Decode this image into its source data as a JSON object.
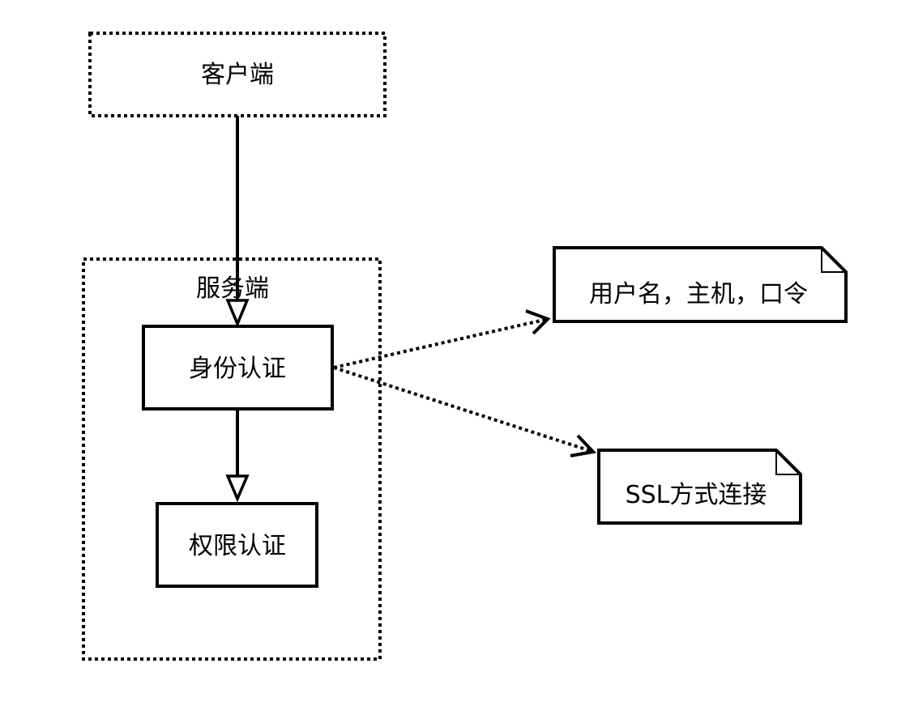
{
  "diagram": {
    "nodes": {
      "client": {
        "label": "客户端"
      },
      "server": {
        "label": "服务端"
      },
      "identity_auth": {
        "label": "身份认证"
      },
      "permission_auth": {
        "label": "权限认证"
      },
      "note_credentials": {
        "label": "用户名，主机，口令"
      },
      "note_ssl": {
        "label": "SSL方式连接"
      }
    },
    "edges": [
      {
        "from": "client",
        "to": "identity_auth",
        "style": "solid",
        "arrow": "hollow-triangle"
      },
      {
        "from": "identity_auth",
        "to": "permission_auth",
        "style": "solid",
        "arrow": "hollow-triangle"
      },
      {
        "from": "identity_auth",
        "to": "note_credentials",
        "style": "dotted",
        "arrow": "open"
      },
      {
        "from": "identity_auth",
        "to": "note_ssl",
        "style": "dotted",
        "arrow": "open"
      }
    ]
  }
}
